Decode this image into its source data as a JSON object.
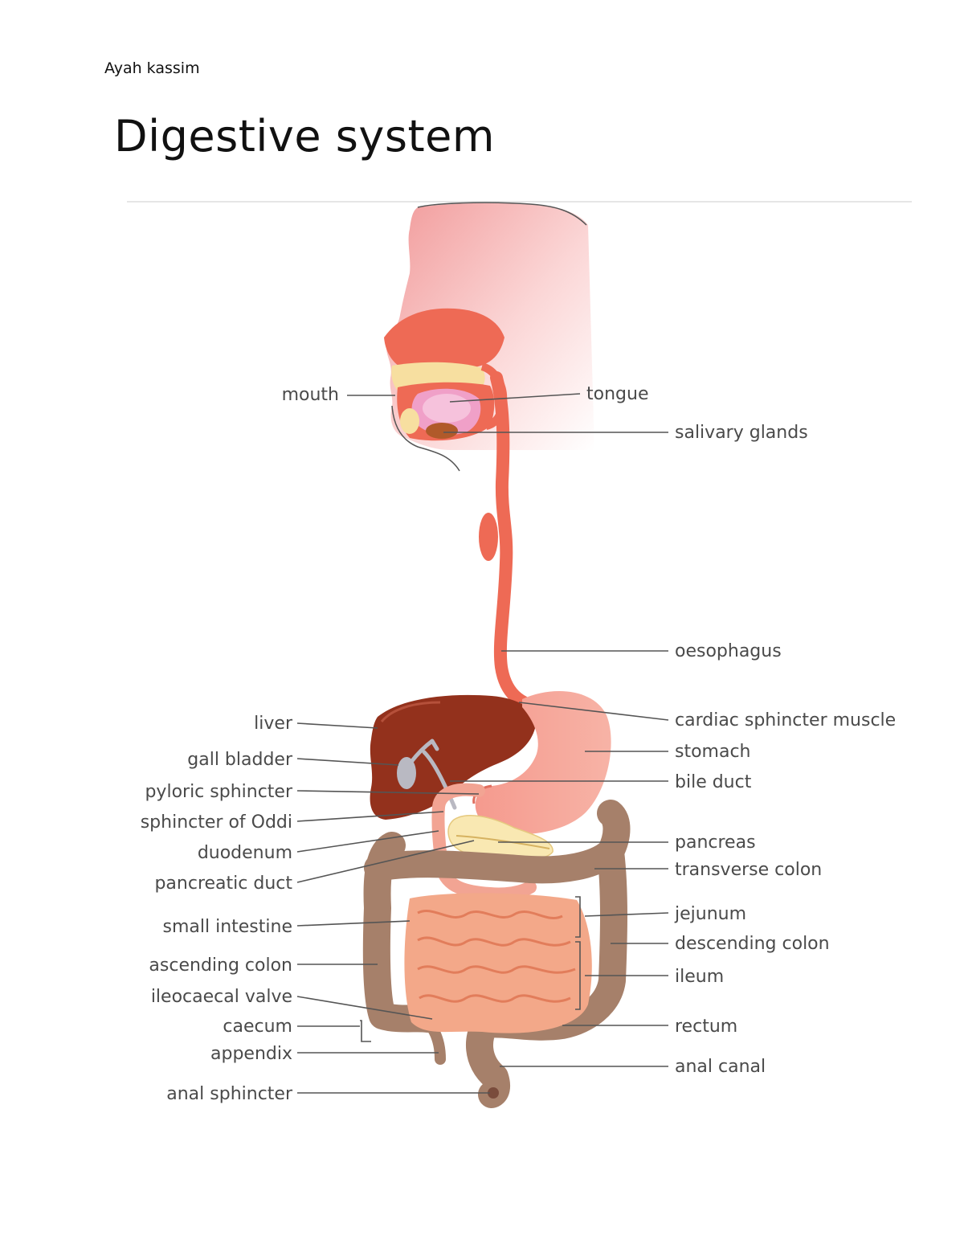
{
  "document": {
    "author": "Ayah kassim",
    "title": "Digestive system"
  },
  "diagram": {
    "labels": {
      "mouth": "mouth",
      "tongue": "tongue",
      "salivary_glands": "salivary glands",
      "oesophagus": "oesophagus",
      "liver": "liver",
      "cardiac_sphincter": "cardiac sphincter muscle",
      "gall_bladder": "gall bladder",
      "stomach": "stomach",
      "pyloric_sphincter": "pyloric sphincter",
      "bile_duct": "bile duct",
      "sphincter_of_oddi": "sphincter of Oddi",
      "duodenum": "duodenum",
      "pancreas": "pancreas",
      "transverse_colon": "transverse colon",
      "pancreatic_duct": "pancreatic duct",
      "small_intestine": "small intestine",
      "jejunum": "jejunum",
      "descending_colon": "descending colon",
      "ascending_colon": "ascending colon",
      "ileum": "ileum",
      "ileocaecal_valve": "ileocaecal valve",
      "caecum": "caecum",
      "rectum": "rectum",
      "appendix": "appendix",
      "anal_canal": "anal canal",
      "anal_sphincter": "anal sphincter"
    }
  }
}
